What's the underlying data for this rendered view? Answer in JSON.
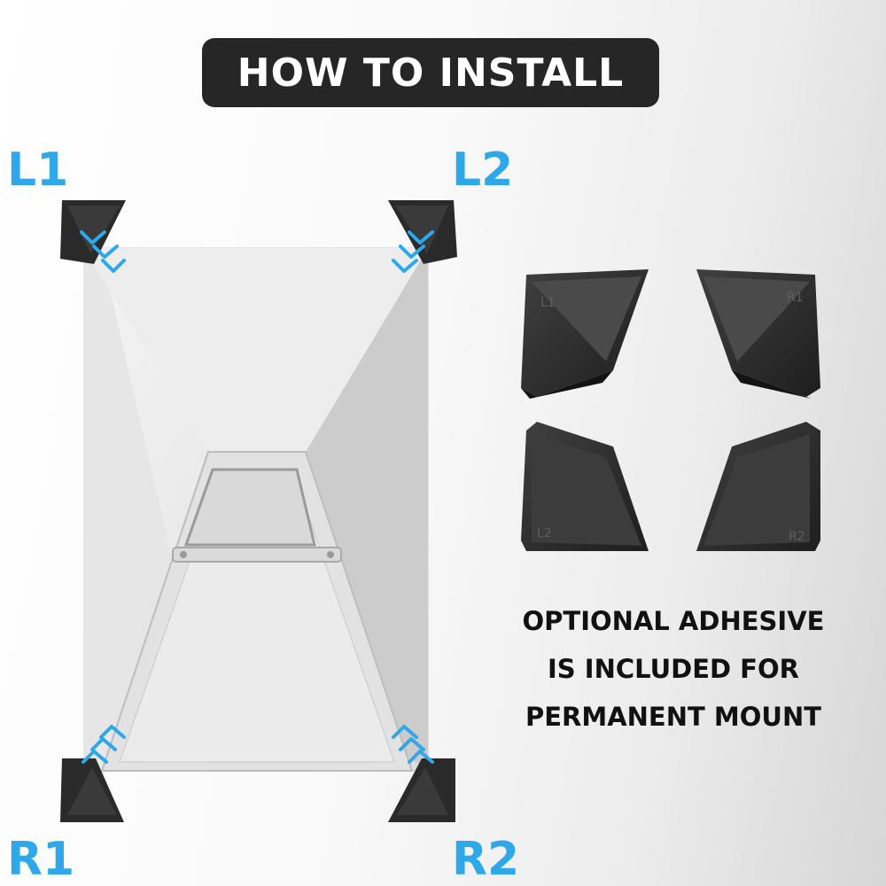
{
  "header": {
    "title": "HOW TO INSTALL"
  },
  "corner_labels": {
    "l1": "L1",
    "l2": "L2",
    "r1": "R1",
    "r2": "R2"
  },
  "product_piece_marks": {
    "l1": "L1",
    "r1": "R1",
    "l2": "L2",
    "r2": "R2"
  },
  "note": {
    "line1": "OPTIONAL ADHESIVE",
    "line2": "IS INCLUDED FOR",
    "line3": "PERMANENT MOUNT"
  },
  "colors": {
    "accent_blue": "#2ea8e8",
    "title_background": "#262626",
    "piece_black": "#2a2a2a"
  },
  "icons": [
    "corner-mount-icon",
    "double-chevron-arrow-icon",
    "console-illustration"
  ]
}
